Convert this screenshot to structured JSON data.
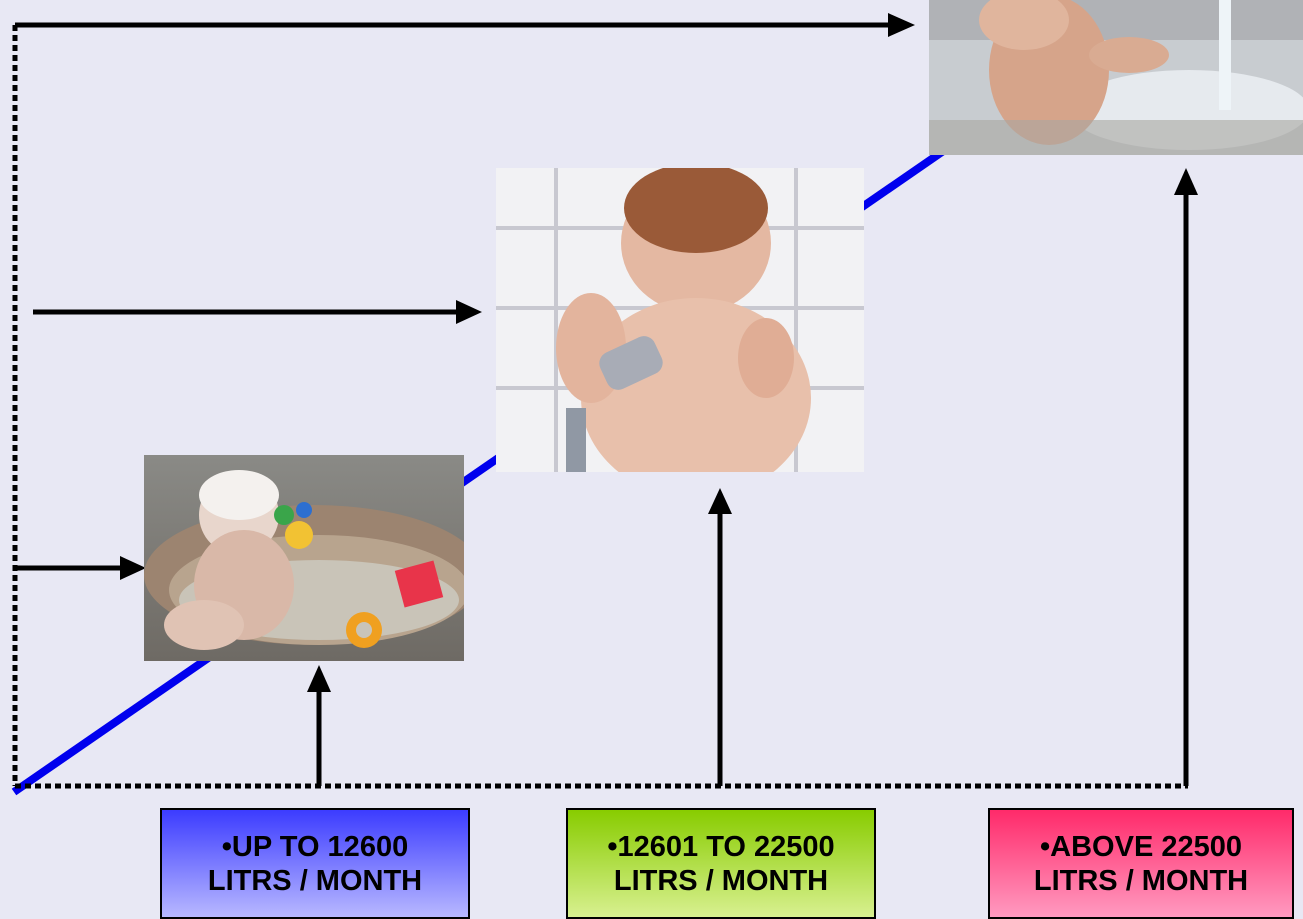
{
  "tiers": [
    {
      "id": "tier-1",
      "label": "•UP TO 12600\nLITRS / MONTH",
      "gradient_top": "#3c3cff",
      "gradient_bottom": "#b8b8ff"
    },
    {
      "id": "tier-2",
      "label": "•12601 TO 22500\nLITRS / MONTH",
      "gradient_top": "#88cc00",
      "gradient_bottom": "#d8f090"
    },
    {
      "id": "tier-3",
      "label": "•ABOVE 22500\nLITRS / MONTH",
      "gradient_top": "#ff2a6a",
      "gradient_bottom": "#ff9ac0"
    }
  ],
  "photos": [
    {
      "id": "photo-baby-in-bathtub",
      "description_icon": "baby-bathtub-photo"
    },
    {
      "id": "photo-baby-with-shower",
      "description_icon": "baby-shower-photo"
    },
    {
      "id": "photo-baby-in-sink",
      "description_icon": "baby-sink-photo"
    }
  ],
  "colors": {
    "background": "#e8e8f4",
    "trend_line": "#0000ee",
    "arrows": "#000000"
  }
}
